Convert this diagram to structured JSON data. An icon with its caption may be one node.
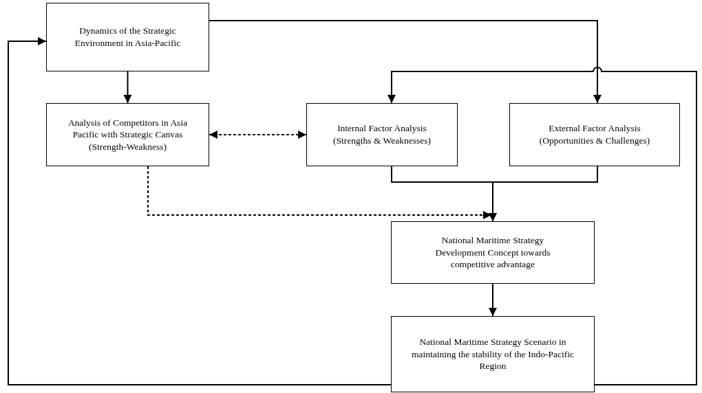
{
  "diagram": {
    "nodes": [
      {
        "text": [
          "Dynamics of the Strategic Environment in Asia-Pacific"
        ]
      },
      {
        "text": [
          "Analysis of Competitors in Asia Pacific with Strategic Canvas (Strength-Weakness)"
        ]
      },
      {
        "text": [
          "Internal Factor Analysis",
          "(Strengths & Weaknesses)"
        ]
      },
      {
        "text": [
          "External Factor Analysis",
          "(Opportunities & Challenges)"
        ]
      },
      {
        "text": [
          "National Maritime Strategy Development Concept towards competitive advantage"
        ]
      },
      {
        "text": [
          "National Maritime Strategy Scenario in maintaining the stability of the Indo-Pacific Region"
        ]
      }
    ],
    "edges": [
      {
        "from": 0,
        "to": 1,
        "arrow": "to"
      },
      {
        "from": 1,
        "to": 2,
        "arrow": "both",
        "style": "dashed"
      },
      {
        "from": 0,
        "to": 3,
        "arrow": "to"
      },
      {
        "from": 5,
        "to": 2,
        "arrow": "to"
      },
      {
        "from": 2,
        "to": 4,
        "arrow": "to"
      },
      {
        "from": 3,
        "to": 4,
        "arrow": "to"
      },
      {
        "from": 1,
        "to": 4,
        "arrow": "to",
        "style": "dashed"
      },
      {
        "from": 4,
        "to": 5,
        "arrow": "to"
      },
      {
        "from": 5,
        "to": 0,
        "arrow": "to"
      }
    ]
  }
}
